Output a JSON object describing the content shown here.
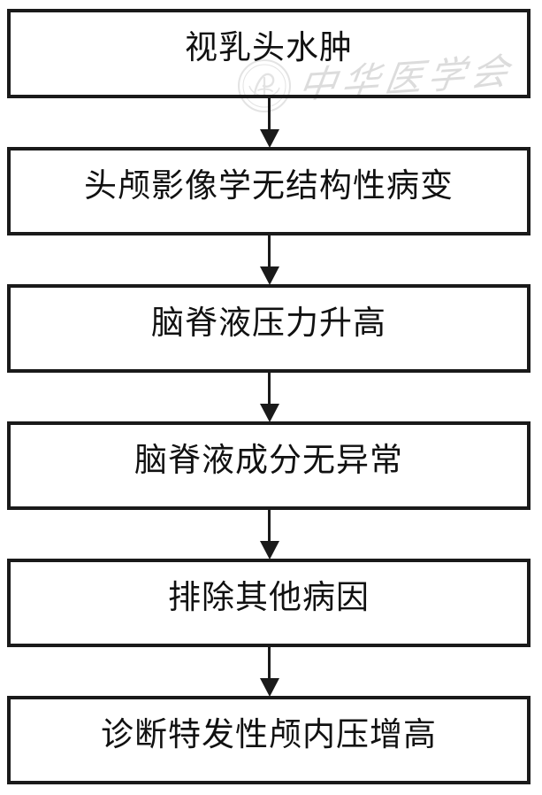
{
  "diagram": {
    "type": "flowchart",
    "orientation": "vertical",
    "title": "",
    "colors": {
      "border": "#1a1a1a",
      "text": "#111111",
      "background": "#ffffff",
      "watermark": "#555555"
    },
    "nodes": [
      {
        "id": "n1",
        "label": "视乳头水肿"
      },
      {
        "id": "n2",
        "label": "头颅影像学无结构性病变"
      },
      {
        "id": "n3",
        "label": "脑脊液压力升高"
      },
      {
        "id": "n4",
        "label": "脑脊液成分无异常"
      },
      {
        "id": "n5",
        "label": "排除其他病因"
      },
      {
        "id": "n6",
        "label": "诊断特发性颅内压增高"
      }
    ],
    "edges": [
      {
        "from": "n1",
        "to": "n2",
        "label": ""
      },
      {
        "from": "n2",
        "to": "n3",
        "label": ""
      },
      {
        "from": "n3",
        "to": "n4",
        "label": ""
      },
      {
        "from": "n4",
        "to": "n5",
        "label": ""
      },
      {
        "from": "n5",
        "to": "n6",
        "label": ""
      }
    ]
  },
  "watermark": {
    "text": "中华医学会",
    "seal_label": "seal-emblem"
  }
}
